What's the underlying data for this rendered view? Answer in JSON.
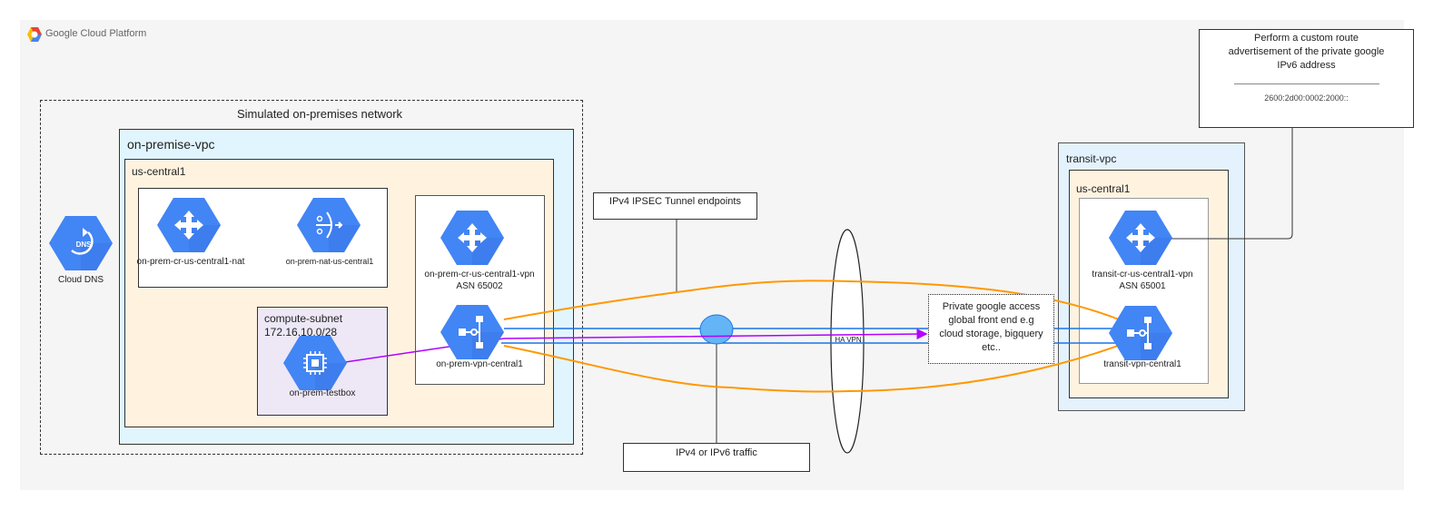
{
  "header": {
    "logo_text": "Google Cloud Platform"
  },
  "on_prem": {
    "title": "Simulated on-premises network",
    "vpc": "on-premise-vpc",
    "region": "us-central1",
    "cloud_dns": "Cloud DNS",
    "nat_router": "on-prem-cr-us-central1-nat",
    "nat": "on-prem-nat-us-central1",
    "vpn_router": "on-prem-cr-us-central1-vpn",
    "vpn_router_asn": "ASN 65002",
    "vpn_gateway": "on-prem-vpn-central1",
    "subnet_name": "compute-subnet",
    "subnet_range": "172.16.10.0/28",
    "testbox": "on-prem-testbox"
  },
  "transit": {
    "vpc": "transit-vpc",
    "region": "us-central1",
    "router": "transit-cr-us-central1-vpn",
    "router_asn": "ASN 65001",
    "vpn_gateway": "transit-vpn-central1"
  },
  "callouts": {
    "ipsec": "IPv4 IPSEC Tunnel endpoints",
    "traffic": "IPv4 or IPv6 traffic",
    "ha_vpn": "HA VPN",
    "pga_lines": [
      "Private google access",
      "global front end e.g",
      "cloud storage, bigquery",
      "etc.."
    ],
    "custom_route_lines": [
      "Perform a custom route",
      "advertisement of the private google",
      "IPv6 address"
    ],
    "ipv6_address": "2600:2d00:0002:2000::"
  },
  "colors": {
    "panel": "#f5f5f5",
    "vpc_fill": "#e1f5fe",
    "region_fill": "#fff3e0",
    "subnet_fill": "#ede7f6",
    "icon_blue": "#4285f4",
    "tunnel_orange": "#ff9800",
    "link_blue": "#1a73e8",
    "traffic_purple": "#b000ff"
  }
}
